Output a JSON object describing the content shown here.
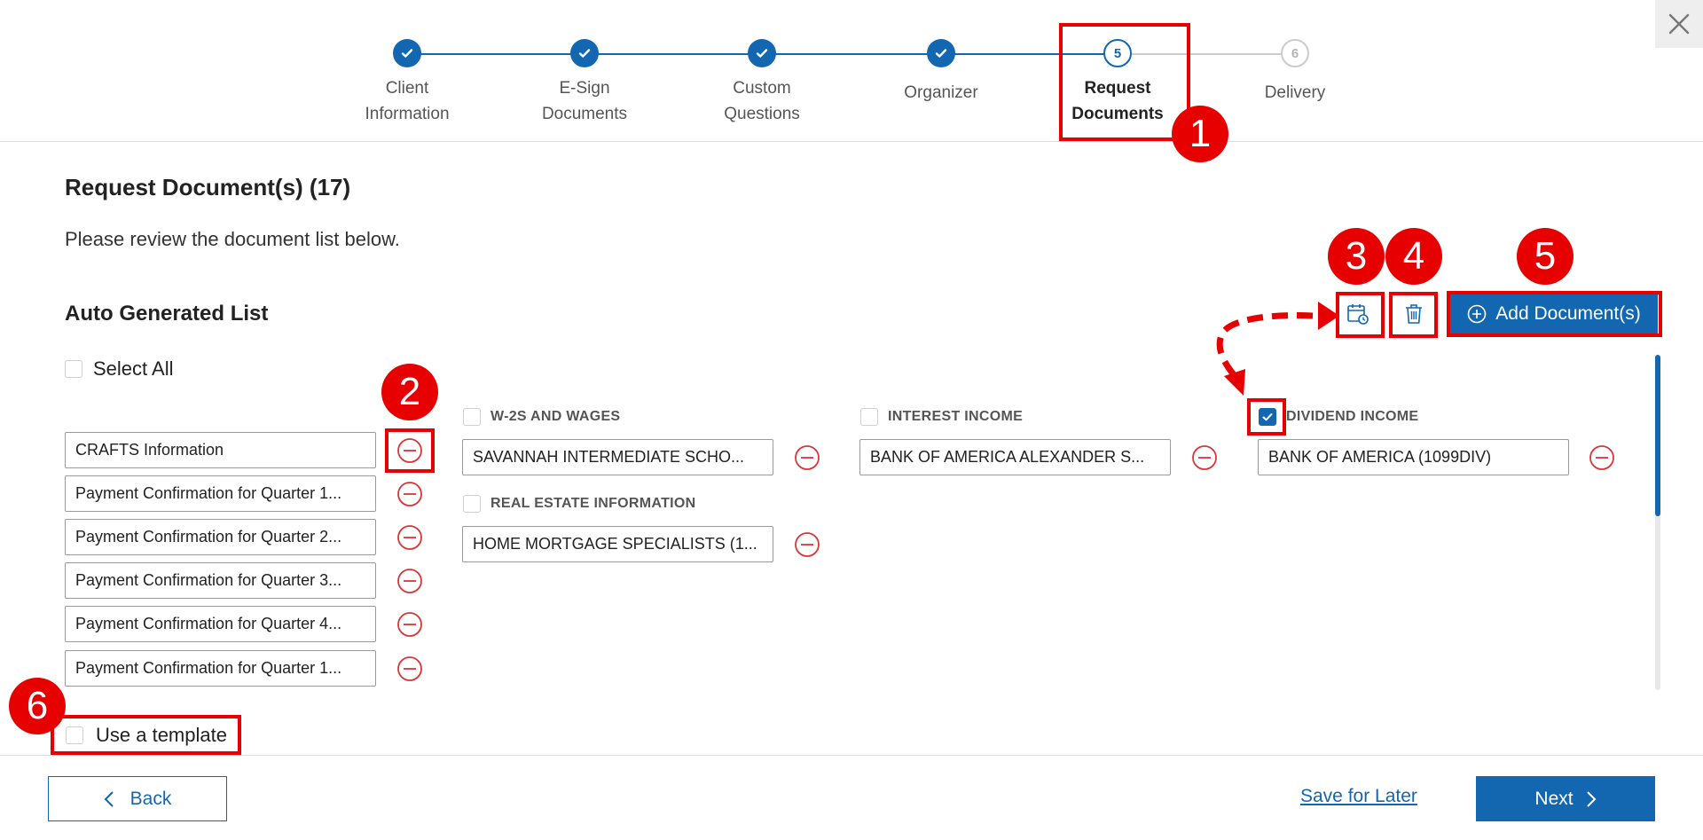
{
  "stepper": {
    "steps": [
      {
        "label": "Client\nInformation",
        "status": "done"
      },
      {
        "label": "E-Sign\nDocuments",
        "status": "done"
      },
      {
        "label": "Custom\nQuestions",
        "status": "done"
      },
      {
        "label": "Organizer",
        "status": "done"
      },
      {
        "label": "Request\nDocuments",
        "status": "active",
        "number": "5"
      },
      {
        "label": "Delivery",
        "status": "pending",
        "number": "6"
      }
    ]
  },
  "main": {
    "title": "Request Document(s) (17)",
    "description": "Please review the document list below.",
    "section_title": "Auto Generated List",
    "select_all_label": "Select All",
    "add_button_label": "Add Document(s)",
    "use_template_label": "Use a template"
  },
  "documents": {
    "ungrouped": [
      "CRAFTS Information",
      "Payment Confirmation for Quarter 1...",
      "Payment Confirmation for Quarter 2...",
      "Payment Confirmation for Quarter 3...",
      "Payment Confirmation for Quarter 4...",
      "Payment Confirmation for Quarter 1..."
    ],
    "groups": [
      {
        "name": "W-2S AND WAGES",
        "checked": false,
        "items": [
          "SAVANNAH INTERMEDIATE SCHO..."
        ]
      },
      {
        "name": "REAL ESTATE INFORMATION",
        "checked": false,
        "items": [
          "HOME MORTGAGE SPECIALISTS (1..."
        ]
      },
      {
        "name": "INTEREST INCOME",
        "checked": false,
        "items": [
          "BANK OF AMERICA ALEXANDER S..."
        ]
      },
      {
        "name": "DIVIDEND INCOME",
        "checked": true,
        "items": [
          "BANK OF AMERICA (1099DIV)"
        ]
      }
    ]
  },
  "annotations": [
    "1",
    "2",
    "3",
    "4",
    "5",
    "6"
  ],
  "footer": {
    "back_label": "Back",
    "save_label": "Save for Later",
    "next_label": "Next"
  },
  "colors": {
    "primary": "#1367b0",
    "annotation_red": "#e60000",
    "remove_red": "#d93636"
  }
}
